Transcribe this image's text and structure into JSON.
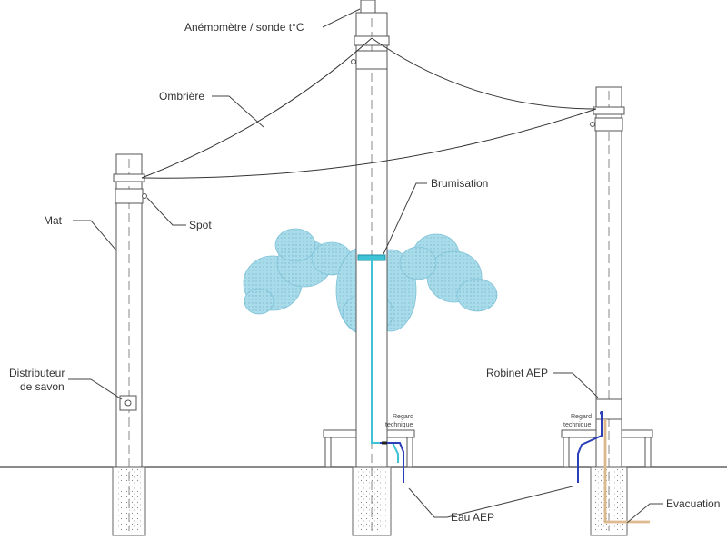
{
  "diagram": {
    "labels": {
      "anemometre": "Anémomètre / sonde  t°C",
      "ombriere": "Ombrière",
      "brumisation": "Brumisation",
      "mat": "Mat",
      "spot": "Spot",
      "distributeur_line1": "Distributeur",
      "distributeur_line2": "de savon",
      "robinet": "Robinet AEP",
      "regard1_line1": "Regard",
      "regard1_line2": "technique",
      "regard2_line1": "Regard",
      "regard2_line2": "technique",
      "eau": "Eau AEP",
      "evacuation": "Evacuation"
    },
    "colors": {
      "mist": "#a8dcea",
      "water_pipe": "#3ec3d6",
      "aep_pipe": "#2a3fb8",
      "evacuation_pipe": "#e8c9a0",
      "lines": "#444444"
    }
  }
}
